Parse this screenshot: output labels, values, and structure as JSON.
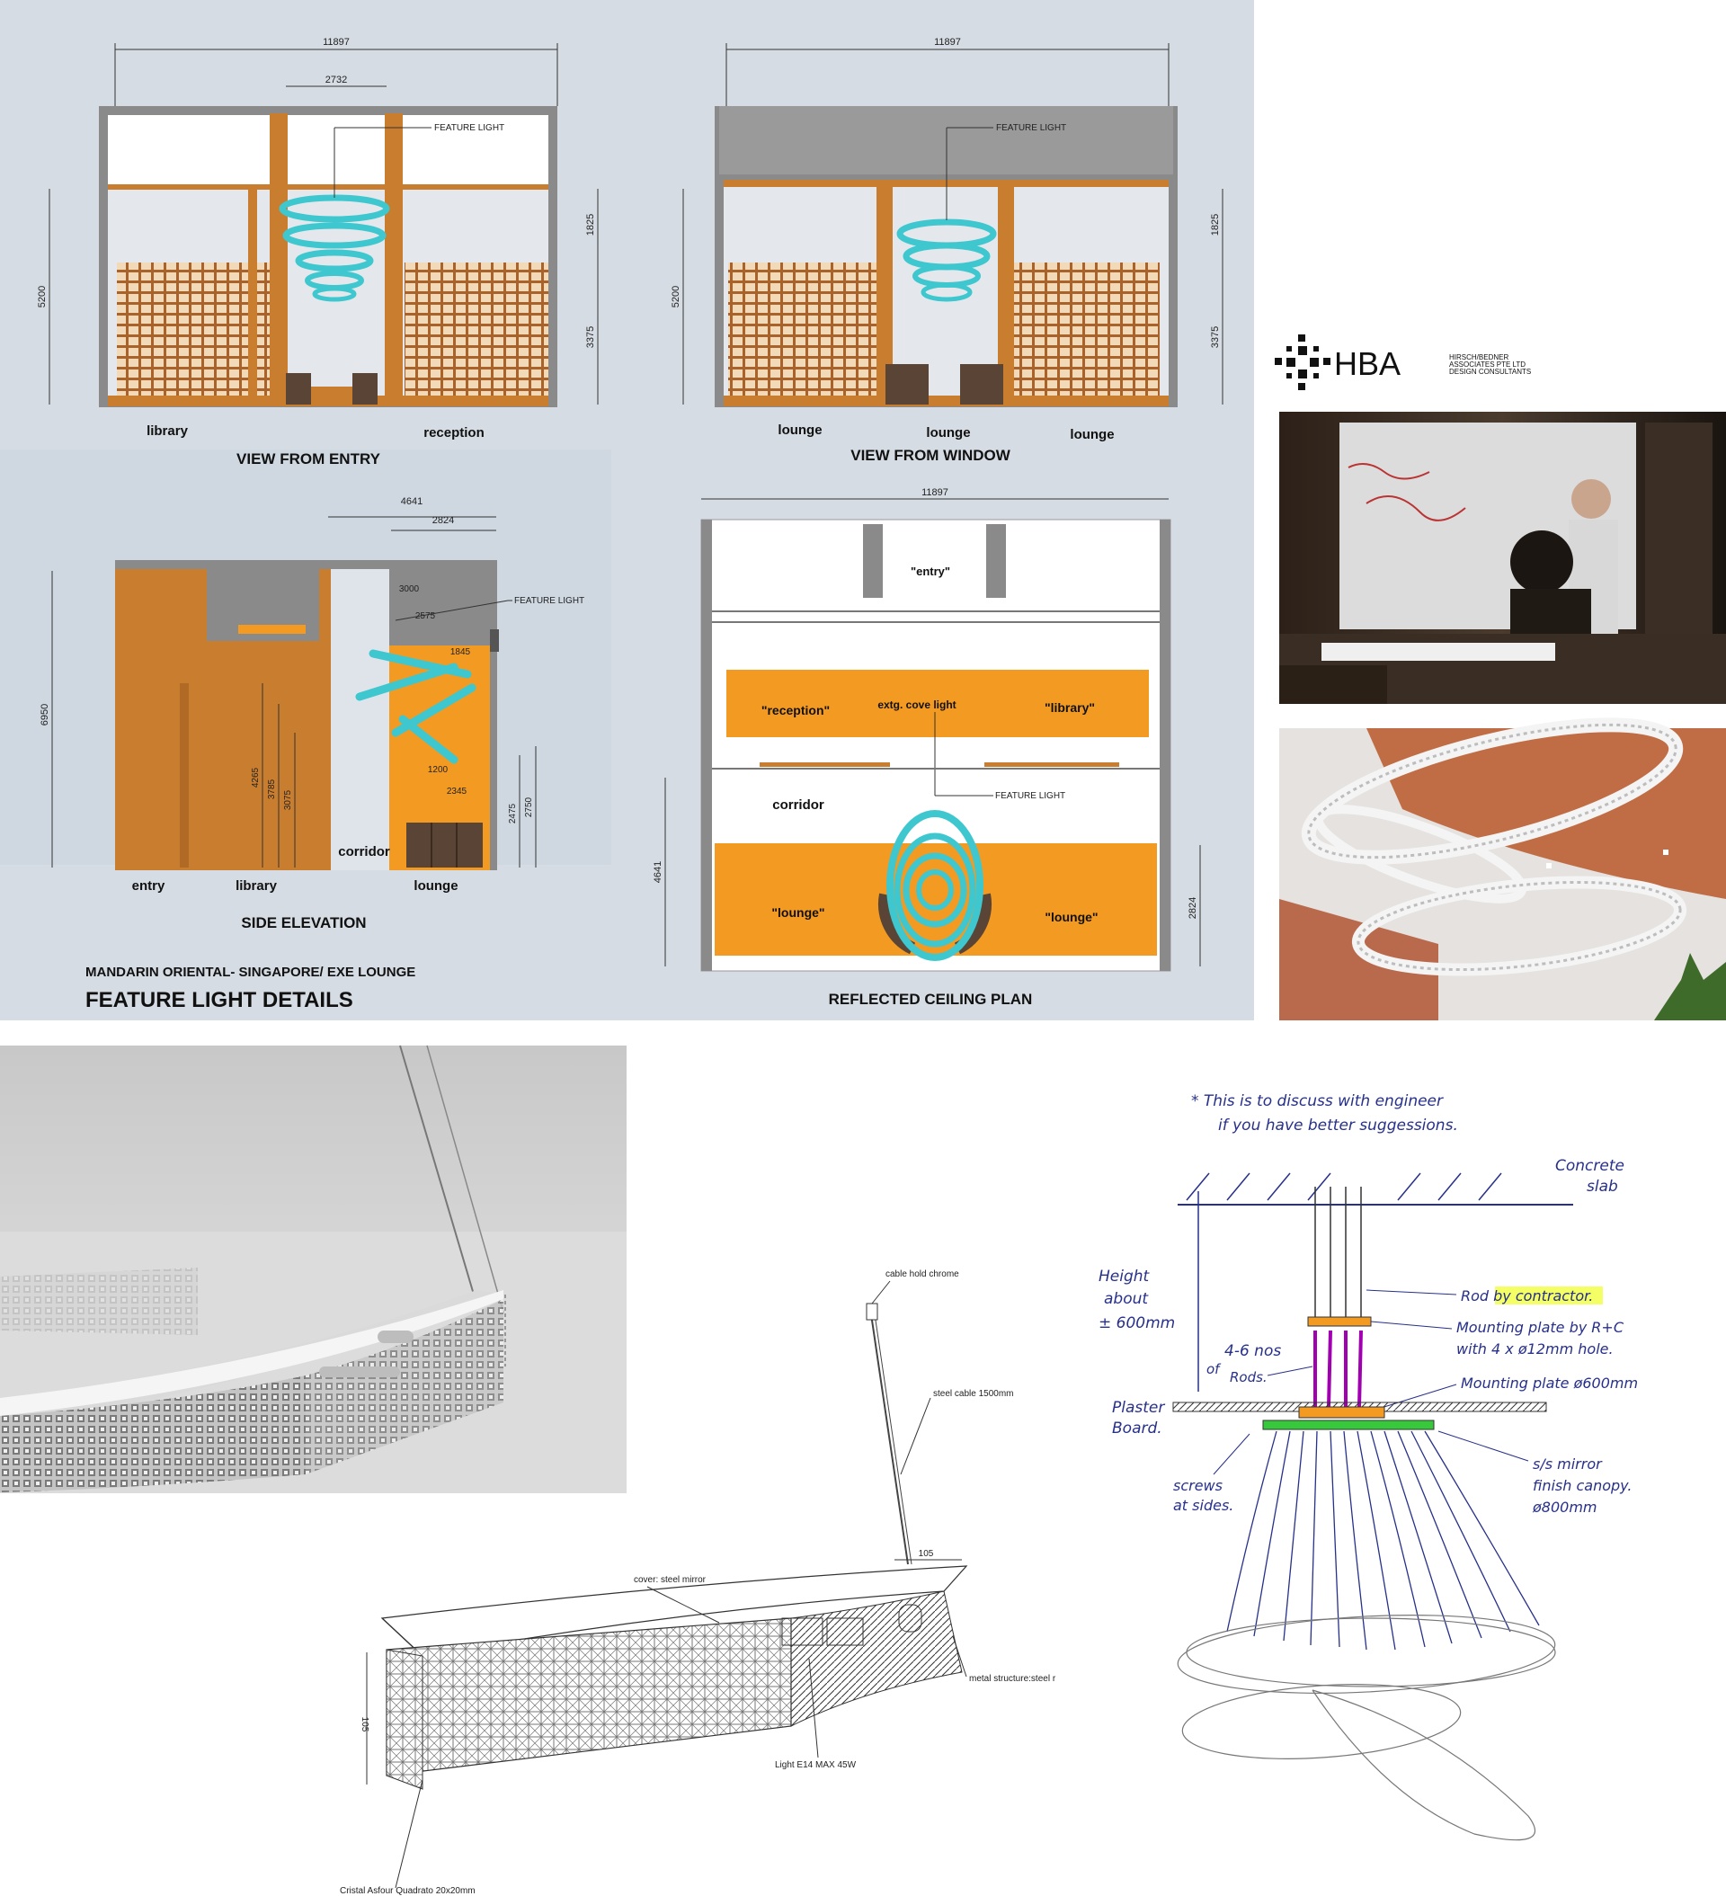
{
  "colors": {
    "board_bg": "#d6dce3",
    "light_blue": "#cfd8e1",
    "wood": "#c97d2f",
    "grey_wall": "#8a8a8a",
    "cyan_ring": "#3ec7cf",
    "orange_floor": "#f39a22",
    "ink_blue": "#27308a",
    "highlight": "#f4ff66",
    "purple_rod": "#a000b0",
    "green_plate": "#38c83c"
  },
  "board": {
    "project": "MANDARIN ORIENTAL- SINGAPORE/ EXE LOUNGE",
    "title": "FEATURE LIGHT DETAILS"
  },
  "entry_view": {
    "title": "VIEW FROM ENTRY",
    "dim_width": "11897",
    "dim_inner": "2732",
    "dim_height": "5200",
    "dim_upper": "1825",
    "dim_lower": "3375",
    "label_feature": "FEATURE LIGHT",
    "room_left": "library",
    "room_right": "reception"
  },
  "window_view": {
    "title": "VIEW FROM WINDOW",
    "dim_width": "11897",
    "dim_height": "5200",
    "dim_upper": "1825",
    "dim_lower": "3375",
    "label_feature": "FEATURE LIGHT",
    "room_1": "lounge",
    "room_2": "lounge",
    "room_3": "lounge"
  },
  "side_elevation": {
    "title": "SIDE ELEVATION",
    "dim_4641": "4641",
    "dim_2824": "2824",
    "dim_6950": "6950",
    "dim_3000": "3000",
    "dim_2575": "2575",
    "dim_1845": "1845",
    "dim_1200": "1200",
    "dim_2345": "2345",
    "dim_4265": "4265",
    "dim_3785": "3785",
    "dim_3075": "3075",
    "dim_2475": "2475",
    "dim_2750": "2750",
    "label_feature": "FEATURE LIGHT",
    "corridor": "corridor",
    "entry": "entry",
    "library": "library",
    "lounge": "lounge"
  },
  "ceiling_plan": {
    "title": "REFLECTED CEILING PLAN",
    "dim_width": "11897",
    "dim_4641": "4641",
    "dim_2824": "2824",
    "entry": "\"entry\"",
    "reception": "\"reception\"",
    "library": "\"library\"",
    "cove": "extg. cove light",
    "corridor": "corridor",
    "lounge_left": "\"lounge\"",
    "lounge_right": "\"lounge\"",
    "label_feature": "FEATURE LIGHT"
  },
  "logo": {
    "mark": "HBA",
    "line1": "HIRSCH/BEDNER",
    "line2": "ASSOCIATES PTE LTD",
    "line3": "DESIGN CONSULTANTS"
  },
  "detail": {
    "cable_hold": "cable hold chrome",
    "steel_cable": "steel cable 1500mm",
    "dim_105_top": "105",
    "cover": "cover: steel mirror",
    "metal": "metal structure:steel r",
    "dim_105_side": "105",
    "light": "Light E14 MAX 45W",
    "crystal": "Cristal Asfour Quadrato 20x20mm"
  },
  "sketch": {
    "note_1": "* This is to discuss with engineer",
    "note_2": "if you have better suggessions.",
    "concrete_1": "Concrete",
    "concrete_2": "slab",
    "height_1": "Height",
    "height_2": "about",
    "height_3": "± 600mm",
    "rod": "Rod by contractor.",
    "mount_1a": "Mounting plate by R+C",
    "mount_1b": "with 4 x ø12mm hole.",
    "rods_1": "4-6 nos",
    "rods_2": "of",
    "rods_3": "Rods.",
    "mount_2": "Mounting plate ø600mm",
    "plaster_1": "Plaster",
    "plaster_2": "Board.",
    "screws_1": "screws",
    "screws_2": "at sides.",
    "canopy_1": "s/s mirror",
    "canopy_2": "finish canopy.",
    "canopy_3": "ø800mm"
  }
}
